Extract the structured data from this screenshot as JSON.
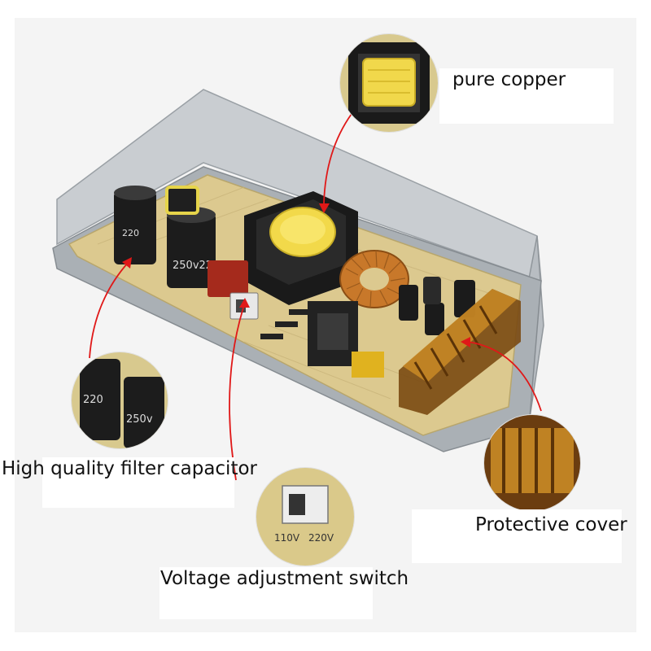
{
  "callouts": {
    "copper": {
      "label": "pure copper",
      "icon": "transformer-coil-icon"
    },
    "capacitor": {
      "label": "High quality filter capacitor",
      "icon": "capacitor-icon"
    },
    "switch": {
      "label": "Voltage adjustment switch",
      "icon": "switch-icon"
    },
    "cover": {
      "label": "Protective cover",
      "icon": "terminal-cover-icon"
    }
  },
  "product_markings": {
    "capacitor_rating": "220",
    "capacitor_voltage": "250v",
    "switch_low": "110V",
    "switch_high": "220V"
  },
  "colors": {
    "arrow": "#e01818",
    "pcb": "#d9c78c",
    "chassis": "#c7cbcf",
    "terminal_cover": "#c07a1a",
    "transformer": "#f0d84a"
  }
}
